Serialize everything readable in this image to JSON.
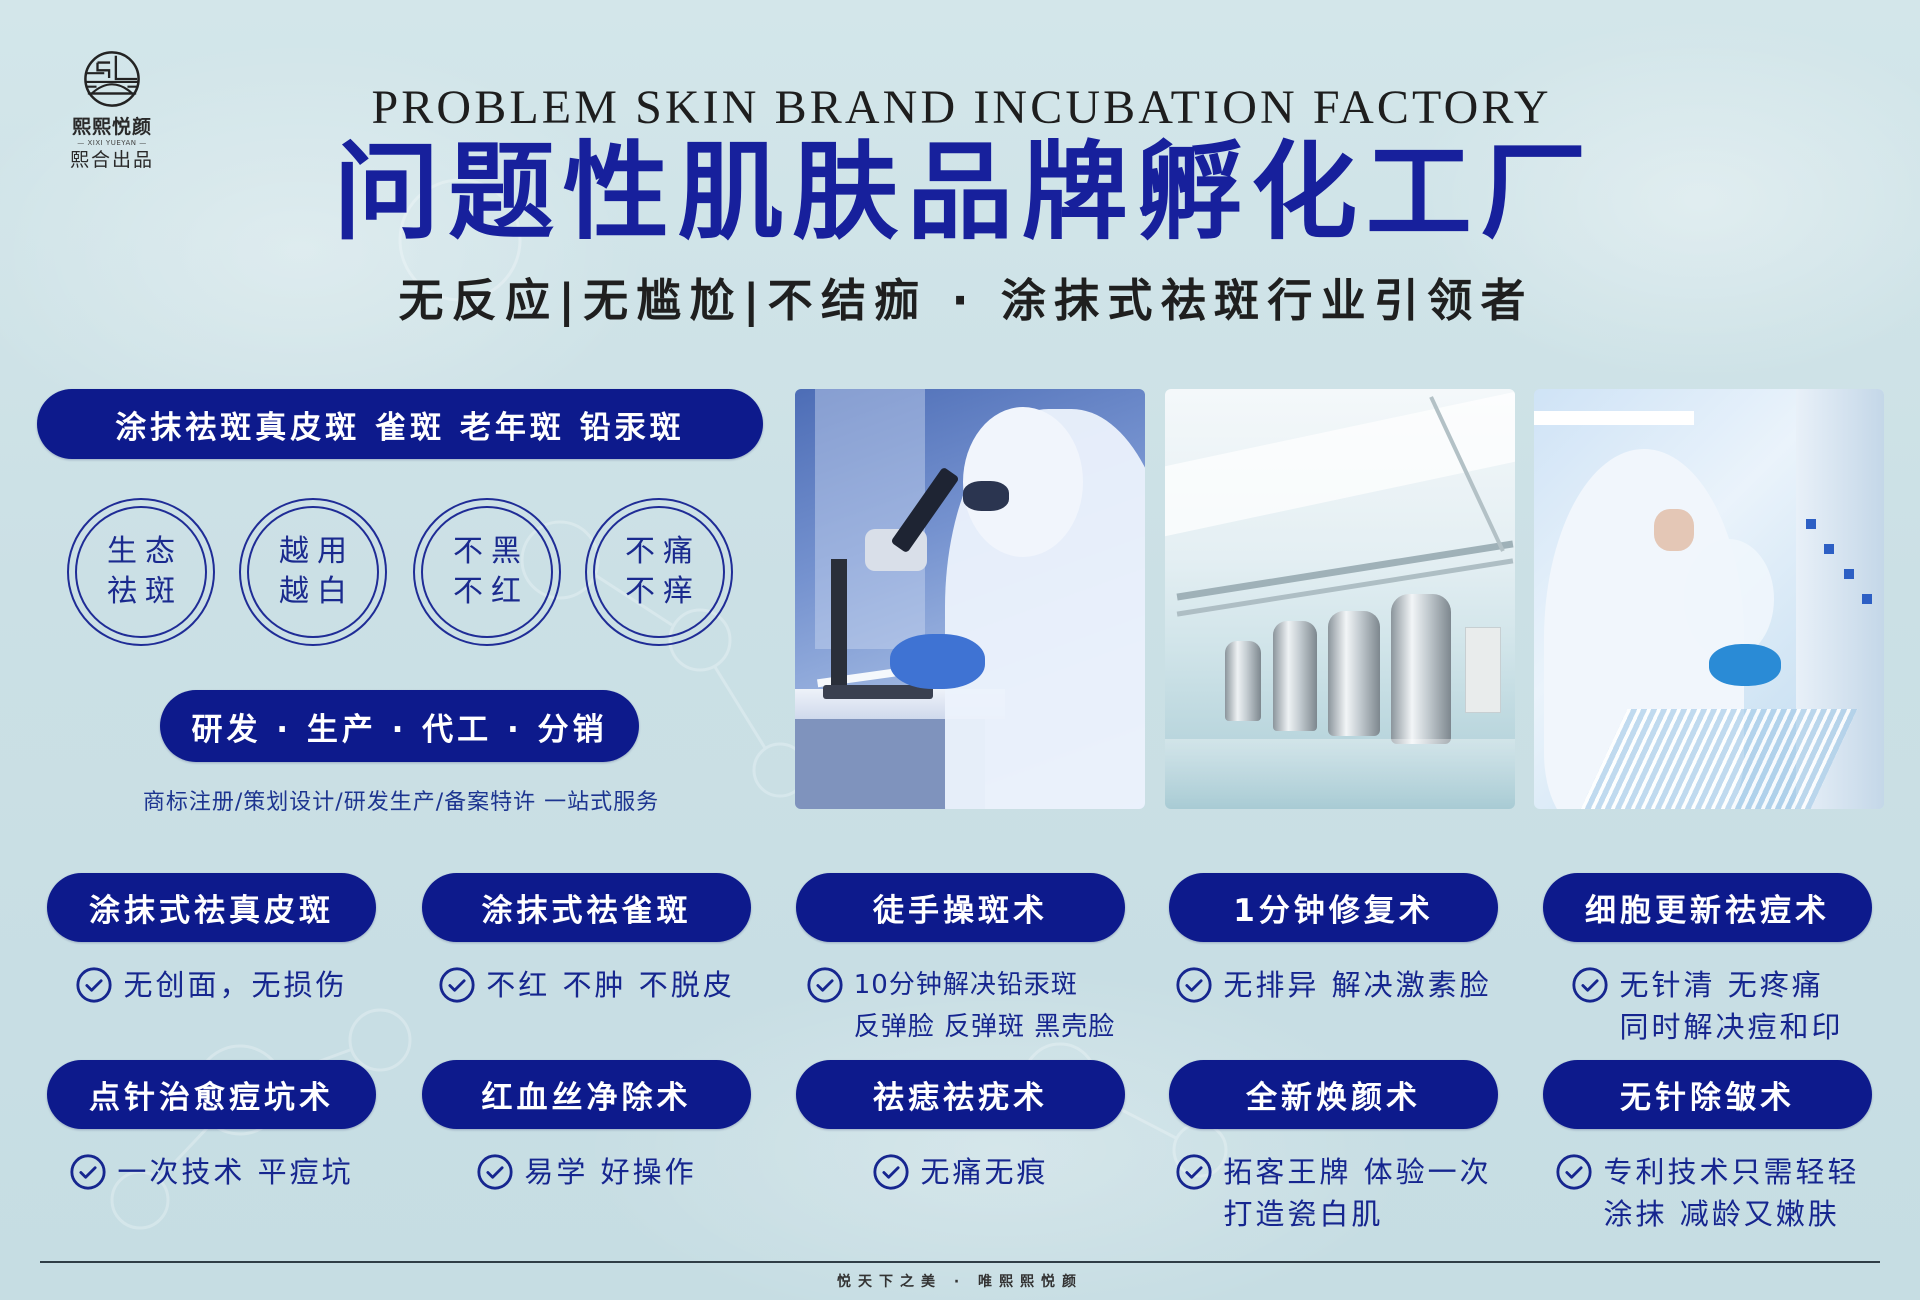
{
  "colors": {
    "navy_pill": "#0d1a8c",
    "title_blue": "#17209c",
    "badge_blue": "#1f2c96",
    "check_text": "#16268f",
    "background": "#cbe0e5",
    "dark_text": "#1c1c1c"
  },
  "logo": {
    "icon": "brand-seal-icon",
    "brand_cn": "熙熙悦颜",
    "brand_en": "— XIXI YUEYAN —",
    "tagline": "熙合出品"
  },
  "header": {
    "title_en": "PROBLEM SKIN BRAND INCUBATION FACTORY",
    "title_cn": "问题性肌肤品牌孵化工厂",
    "subtitle": "无反应|无尴尬|不结痂 · 涂抹式祛斑行业引领者"
  },
  "intro": {
    "banner": "涂抹祛斑真皮斑 雀斑 老年斑 铅汞斑",
    "badges": [
      {
        "line1": "生态",
        "line2": "祛斑"
      },
      {
        "line1": "越用",
        "line2": "越白"
      },
      {
        "line1": "不黑",
        "line2": "不红"
      },
      {
        "line1": "不痛",
        "line2": "不痒"
      }
    ],
    "services_banner": "研发 · 生产 · 代工 · 分销",
    "services_text": "商标注册/策划设计/研发生产/备案特许 一站式服务"
  },
  "photos": [
    {
      "subject": "scientist-with-microscope"
    },
    {
      "subject": "stainless-steel-tank-workshop"
    },
    {
      "subject": "cleanroom-lab-workers"
    }
  ],
  "techniques": [
    {
      "title": "涂抹式祛真皮斑",
      "icon": "check-circle-icon",
      "lines": [
        "无创面，无损伤"
      ]
    },
    {
      "title": "涂抹式祛雀斑",
      "icon": "check-circle-icon",
      "lines": [
        "不红 不肿 不脱皮"
      ]
    },
    {
      "title": "徒手操斑术",
      "icon": "check-circle-icon",
      "lines": [
        "10分钟解决铅汞斑",
        "反弹脸 反弹斑 黑壳脸"
      ]
    },
    {
      "title": "1分钟修复术",
      "icon": "check-circle-icon",
      "lines": [
        "无排异 解决激素脸"
      ]
    },
    {
      "title": "细胞更新祛痘术",
      "icon": "check-circle-icon",
      "lines": [
        "无针清 无疼痛",
        "同时解决痘和印"
      ]
    },
    {
      "title": "点针治愈痘坑术",
      "icon": "check-circle-icon",
      "lines": [
        "一次技术 平痘坑"
      ]
    },
    {
      "title": "红血丝净除术",
      "icon": "check-circle-icon",
      "lines": [
        "易学 好操作"
      ]
    },
    {
      "title": "祛痣祛疣术",
      "icon": "check-circle-icon",
      "lines": [
        "无痛无痕"
      ]
    },
    {
      "title": "全新焕颜术",
      "icon": "check-circle-icon",
      "lines": [
        "拓客王牌 体验一次",
        "打造瓷白肌"
      ]
    },
    {
      "title": "无针除皱术",
      "icon": "check-circle-icon",
      "lines": [
        "专利技术只需轻轻",
        "涂抹 减龄又嫩肤"
      ]
    }
  ],
  "footer": {
    "slogan": "悦天下之美 · 唯熙熙悦颜"
  }
}
